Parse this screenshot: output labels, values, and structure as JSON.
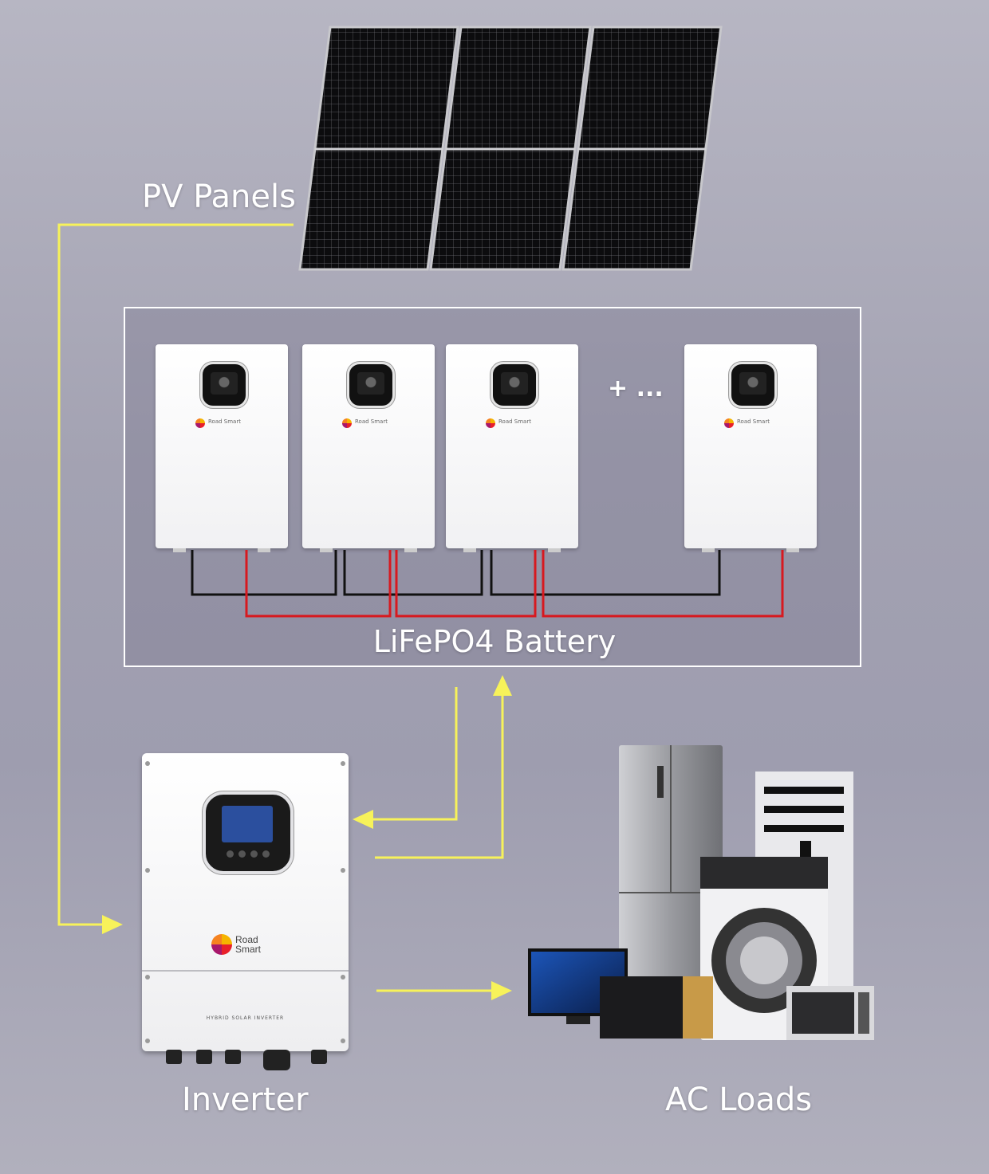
{
  "labels": {
    "pv_panels": "PV Panels",
    "battery": "LiFePO4 Battery",
    "inverter": "Inverter",
    "ac_loads": "AC Loads",
    "plus_more": "+ ..."
  },
  "devices": {
    "battery_brand": "Road Smart",
    "inverter_brand_line1": "Road",
    "inverter_brand_line2": "Smart",
    "inverter_model_text": "HYBRID SOLAR INVERTER"
  },
  "colors": {
    "flow_arrow": "#f7f25a",
    "cable_negative": "#111111",
    "cable_positive": "#d7191f",
    "panel_cells": "#111111",
    "box_border": "#ffffff"
  }
}
